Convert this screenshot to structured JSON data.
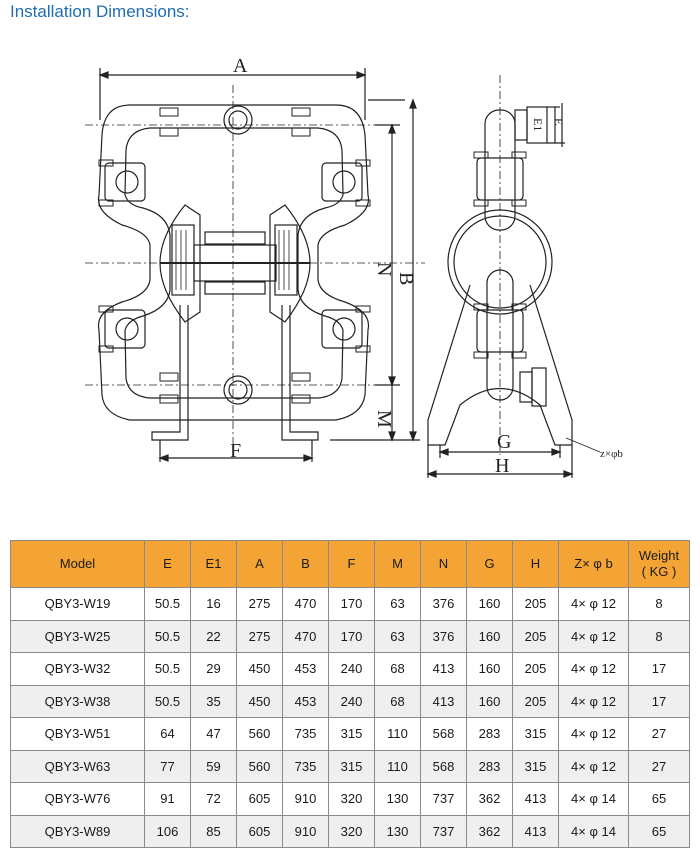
{
  "title": "Installation Dimensions:",
  "drawing": {
    "dim_labels": {
      "A": "A",
      "B": "B",
      "N": "N",
      "M": "M",
      "F": "F",
      "G": "G",
      "H": "H",
      "E1": "E1",
      "E": "E",
      "zphib": "z×φb"
    }
  },
  "table": {
    "headers": [
      "Model",
      "E",
      "E1",
      "A",
      "B",
      "F",
      "M",
      "N",
      "G",
      "H",
      "Z× φ b",
      "Weight\n( KG )"
    ],
    "rows": [
      [
        "QBY3-W19",
        "50.5",
        "16",
        "275",
        "470",
        "170",
        "63",
        "376",
        "160",
        "205",
        "4× φ 12",
        "8"
      ],
      [
        "QBY3-W25",
        "50.5",
        "22",
        "275",
        "470",
        "170",
        "63",
        "376",
        "160",
        "205",
        "4× φ 12",
        "8"
      ],
      [
        "QBY3-W32",
        "50.5",
        "29",
        "450",
        "453",
        "240",
        "68",
        "413",
        "160",
        "205",
        "4× φ 12",
        "17"
      ],
      [
        "QBY3-W38",
        "50.5",
        "35",
        "450",
        "453",
        "240",
        "68",
        "413",
        "160",
        "205",
        "4× φ 12",
        "17"
      ],
      [
        "QBY3-W51",
        "64",
        "47",
        "560",
        "735",
        "315",
        "110",
        "568",
        "283",
        "315",
        "4× φ 12",
        "27"
      ],
      [
        "QBY3-W63",
        "77",
        "59",
        "560",
        "735",
        "315",
        "110",
        "568",
        "283",
        "315",
        "4× φ 12",
        "27"
      ],
      [
        "QBY3-W76",
        "91",
        "72",
        "605",
        "910",
        "320",
        "130",
        "737",
        "362",
        "413",
        "4× φ 14",
        "65"
      ],
      [
        "QBY3-W89",
        "106",
        "85",
        "605",
        "910",
        "320",
        "130",
        "737",
        "362",
        "413",
        "4× φ 14",
        "65"
      ]
    ]
  }
}
